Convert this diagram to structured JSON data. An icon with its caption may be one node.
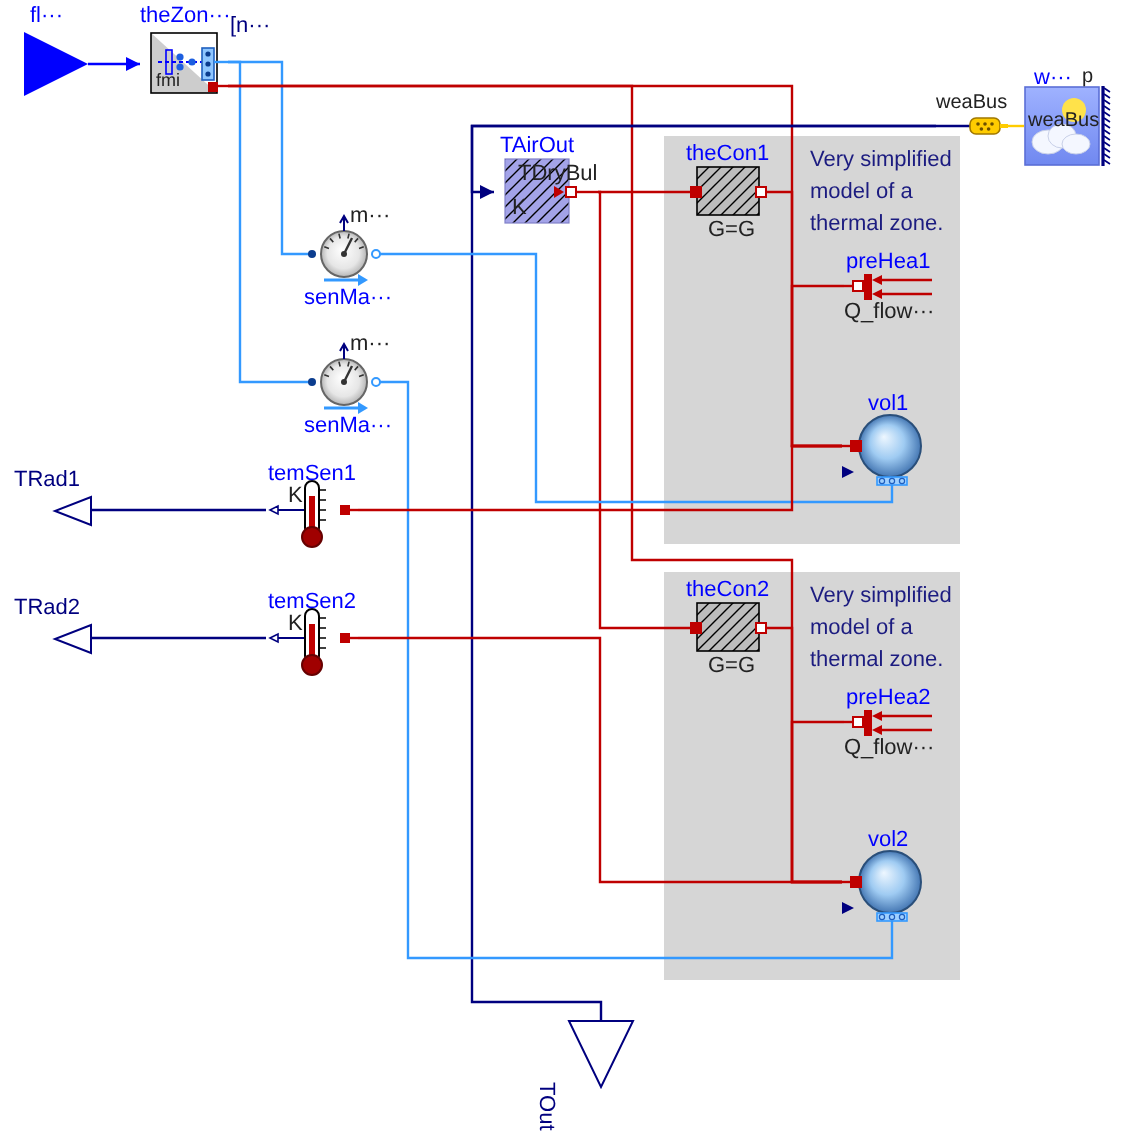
{
  "diagram": {
    "nodes": [
      {
        "text": [
          "fl···"
        ]
      },
      {
        "text": [
          "theZon···",
          "fmi"
        ],
        "beside": [
          "[n···"
        ]
      },
      {
        "text": [
          "weaBus"
        ]
      },
      {
        "text": [
          "w···",
          "p",
          "weaBus"
        ]
      },
      {
        "text": [
          "TAirOut",
          "TDryBul",
          "K"
        ]
      },
      {
        "text": [
          "m···",
          "senMa···"
        ]
      },
      {
        "text": [
          "m···",
          "senMa···"
        ]
      },
      {
        "text": [
          "TRad1"
        ]
      },
      {
        "text": [
          "temSen1",
          "K"
        ]
      },
      {
        "text": [
          "TRad2"
        ]
      },
      {
        "text": [
          "temSen2",
          "K"
        ]
      },
      {
        "text": [
          "Very simplified model of a thermal zone."
        ]
      },
      {
        "text": [
          "theCon1",
          "G=G"
        ],
        "in": 11
      },
      {
        "text": [
          "preHea1",
          "Q_flow···"
        ],
        "in": 11
      },
      {
        "text": [
          "vol1"
        ],
        "in": 11
      },
      {
        "text": [
          "Very simplified model of a thermal zone."
        ]
      },
      {
        "text": [
          "theCon2",
          "G=G"
        ],
        "in": 15
      },
      {
        "text": [
          "preHea2",
          "Q_flow···"
        ],
        "in": 15
      },
      {
        "text": [
          "vol2"
        ],
        "in": 15
      },
      {
        "text": [
          "TOut"
        ]
      }
    ],
    "edges": [
      {
        "from": 0,
        "to": 1,
        "arrow": "to",
        "color": "#0000ff"
      },
      {
        "from": 1,
        "to": 5,
        "arrow": "none",
        "color": "#3399ff"
      },
      {
        "from": 1,
        "to": 6,
        "arrow": "none",
        "color": "#3399ff"
      },
      {
        "from": 1,
        "to": 14,
        "arrow": "none"
      },
      {
        "from": 1,
        "to": 18,
        "arrow": "none"
      },
      {
        "from": 2,
        "to": 3,
        "arrow": "none",
        "color": "#ffcc00"
      },
      {
        "from": 2,
        "to": 4,
        "arrow": "to",
        "color": "#00007f"
      },
      {
        "from": 2,
        "to": 19,
        "arrow": "none",
        "color": "#00007f"
      },
      {
        "from": 4,
        "to": 12,
        "arrow": "none"
      },
      {
        "from": 4,
        "to": 16,
        "arrow": "none"
      },
      {
        "from": 5,
        "to": 14,
        "arrow": "none",
        "color": "#3399ff"
      },
      {
        "from": 6,
        "to": 18,
        "arrow": "none",
        "color": "#3399ff"
      },
      {
        "from": 8,
        "to": 7,
        "arrow": "none",
        "color": "#00007f"
      },
      {
        "from": 8,
        "to": 14,
        "arrow": "none"
      },
      {
        "from": 12,
        "to": 14,
        "arrow": "none"
      },
      {
        "from": 13,
        "to": 14,
        "arrow": "none"
      },
      {
        "from": 10,
        "to": 9,
        "arrow": "none",
        "color": "#00007f"
      },
      {
        "from": 10,
        "to": 18,
        "arrow": "none"
      },
      {
        "from": 16,
        "to": 18,
        "arrow": "none"
      },
      {
        "from": 17,
        "to": 18,
        "arrow": "none"
      }
    ]
  }
}
